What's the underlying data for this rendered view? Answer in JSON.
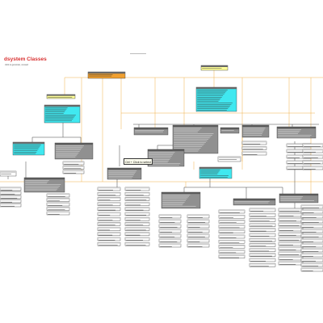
{
  "diagram": {
    "title": "dsystem Classes",
    "subtitle": "click to generate, unused",
    "tooltip": "Ctrl + Click to select",
    "colors": {
      "orange_node": "#f0a030",
      "yellow_node": "#ffff99",
      "cyan_node": "#40e8f0",
      "gray_node": "#909090",
      "white_node": "#ffffff",
      "orange_connector": "#f0b048",
      "dark_connector": "#444444",
      "title_text": "#d83030"
    }
  }
}
